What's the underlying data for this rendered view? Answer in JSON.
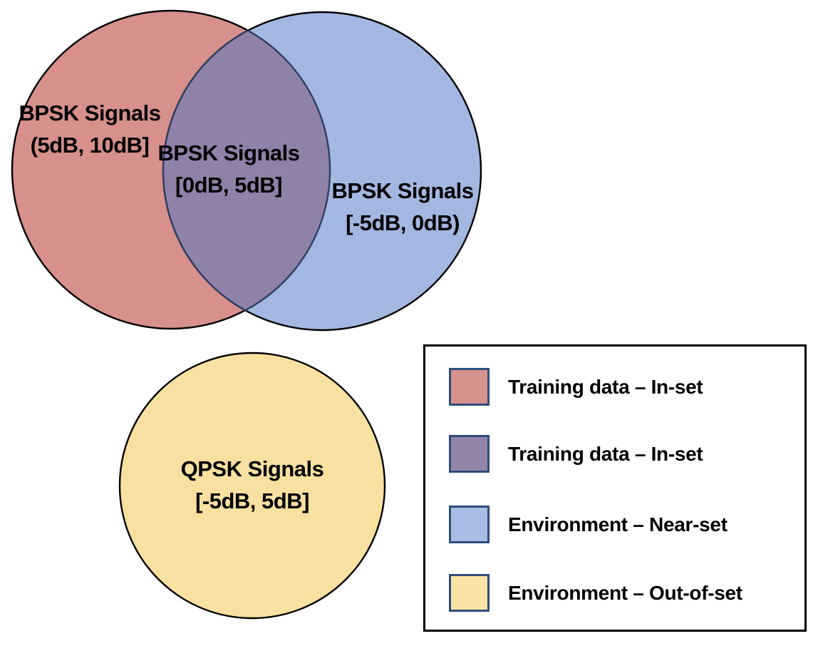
{
  "diagram": {
    "background": "#FFFFFF",
    "circle_outline": "#000000",
    "overlap_outline": "#2F3E63",
    "circles": [
      {
        "name": "training-in-set-high",
        "line1": "BPSK Signals",
        "line2": "(5dB, 10dB]",
        "fill": "#D7908C"
      },
      {
        "name": "training-in-set-overlap",
        "line1": "BPSK Signals",
        "line2": "[0dB, 5dB]",
        "fill": "#8F81A7"
      },
      {
        "name": "environment-near-set",
        "line1": "BPSK Signals",
        "line2": "[-5dB, 0dB)",
        "fill": "#A3B7E0"
      },
      {
        "name": "environment-out-of-set",
        "line1": "QPSK Signals",
        "line2": "[-5dB, 5dB]",
        "fill": "#F8E0A1"
      }
    ],
    "legend": {
      "border": "#000000",
      "swatch_border": "#2E4D7B",
      "items": [
        {
          "label": "Training data – In-set",
          "color": "#D6918C"
        },
        {
          "label": "Training data – In-set",
          "color": "#9284A8"
        },
        {
          "label": "Environment – Near-set",
          "color": "#A9BCE4"
        },
        {
          "label": "Environment – Out-of-set",
          "color": "#FAE2A2"
        }
      ]
    }
  }
}
